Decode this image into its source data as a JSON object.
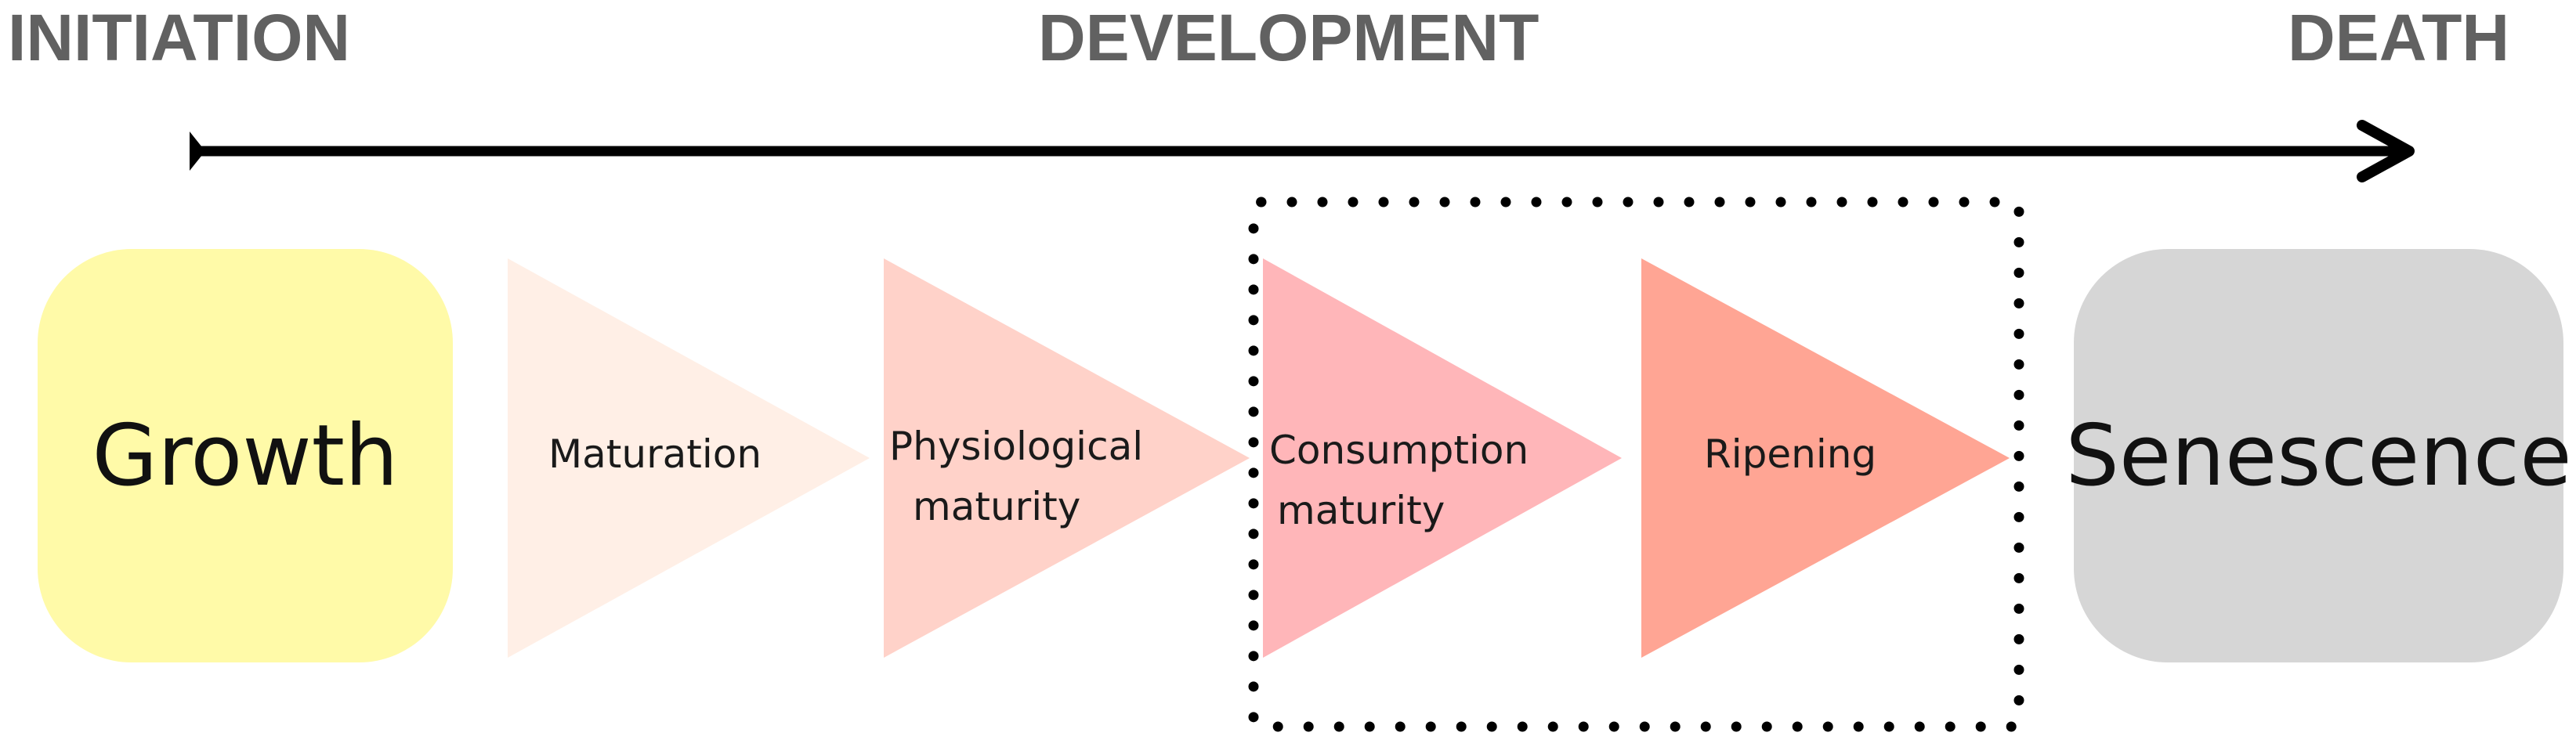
{
  "stages": {
    "initiation": "INITIATION",
    "development": "DEVELOPMENT",
    "death": "DEATH"
  },
  "boxes": {
    "growth": "Growth",
    "senescence": "Senescence"
  },
  "triangles": {
    "maturation": "Maturation",
    "physiological_line1": "Physiological",
    "physiological_line2": "maturity",
    "consumption_line1": "Consumption",
    "consumption_line2": "maturity",
    "ripening": "Ripening"
  },
  "colors": {
    "stage_text": "#616161",
    "growth_fill": "#fffaa8",
    "senescence_fill": "#d6d6d6",
    "maturation_fill": "#ffefe6",
    "physiological_fill": "#ffd2c9",
    "consumption_fill": "#ffb6b9",
    "ripening_fill": "#ffa594"
  }
}
